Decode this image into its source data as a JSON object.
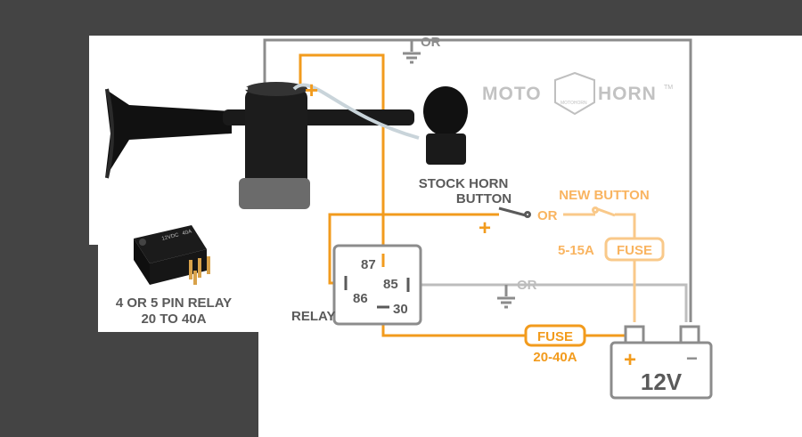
{
  "brand": {
    "name_left": "MOTO",
    "name_right": "HORN",
    "tm": "TM",
    "badge": "MOTOHORN"
  },
  "horn": {
    "minus": "−",
    "plus": "+"
  },
  "relay_photo": {
    "print_line1": "12VDC",
    "print_line2": "40A"
  },
  "relay_caption": {
    "line1": "4 OR 5 PIN RELAY",
    "line2": "20 TO 40A"
  },
  "relay": {
    "label": "RELAY",
    "pin87": "87",
    "pin85": "85",
    "pin86": "86",
    "pin30": "30"
  },
  "stock_button": {
    "line1": "STOCK HORN",
    "line2": "BUTTON",
    "plus": "+"
  },
  "new_button": {
    "label": "NEW BUTTON"
  },
  "or_labels": {
    "top": "OR",
    "middle": "OR",
    "right": "OR"
  },
  "small_fuse": {
    "rating": "5-15A",
    "label": "FUSE"
  },
  "main_fuse": {
    "label": "FUSE",
    "rating": "20-40A"
  },
  "battery": {
    "label": "12V",
    "plus": "+",
    "minus": "−"
  },
  "colors": {
    "orange": "#f29b1d",
    "light_orange": "#f9c98a",
    "gray": "#8c8c8c",
    "light_gray": "#bdbdbd",
    "dark_text": "#5a5a5a"
  }
}
